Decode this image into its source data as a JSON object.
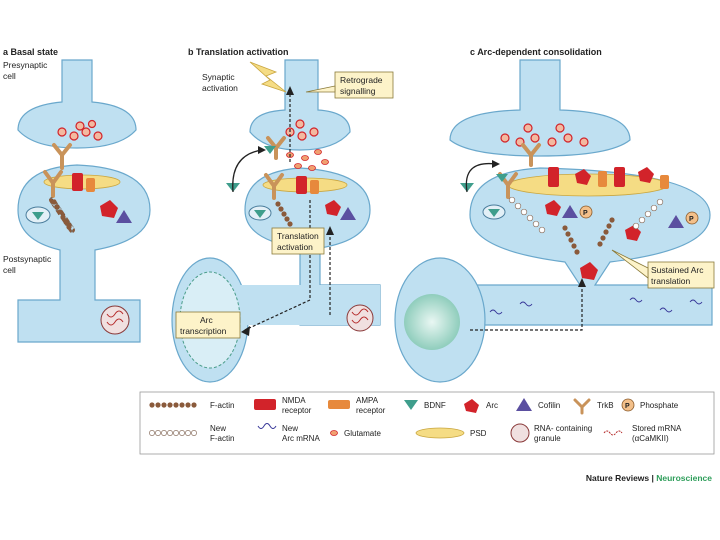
{
  "panels": {
    "a": {
      "letter": "a",
      "title": "Basal state",
      "presynaptic": [
        "Presynaptic",
        "cell"
      ],
      "postsynaptic": [
        "Postsynaptic",
        "cell"
      ]
    },
    "b": {
      "letter": "b",
      "title": "Translation activation",
      "synaptic_activation": [
        "Synaptic",
        "activation"
      ],
      "retrograde": [
        "Retrograde",
        "signalling"
      ],
      "translation": [
        "Translation",
        "activation"
      ],
      "arc_transcription": [
        "Arc",
        "transcription"
      ]
    },
    "c": {
      "letter": "c",
      "title": "Arc-dependent consolidation",
      "sustained": [
        "Sustained Arc",
        "translation"
      ]
    }
  },
  "legend": {
    "factin": "F-actin",
    "nmda": [
      "NMDA",
      "receptor"
    ],
    "ampa": [
      "AMPA",
      "receptor"
    ],
    "bdnf": "BDNF",
    "arc": "Arc",
    "cofilin": "Cofilin",
    "trkb": "TrkB",
    "phosphate": "Phosphate",
    "new_factin": [
      "New",
      "F-actin"
    ],
    "new_arc_mrna": [
      "New",
      "Arc mRNA"
    ],
    "glutamate": "Glutamate",
    "psd": "PSD",
    "granule": [
      "RNA- containing",
      "granule"
    ],
    "stored_mrna": [
      "Stored mRNA",
      "(αCaMKII)"
    ]
  },
  "phosphate_symbol": "P",
  "credit": {
    "journal": "Nature Reviews",
    "separator": " | ",
    "section": "Neuroscience"
  },
  "colors": {
    "cell": "#bfe0f1",
    "cell_stroke": "#6aa8cc",
    "psd": "#f5dc84",
    "arc": "#d2232a",
    "cofilin": "#5b4fa0",
    "bdnf": "#3f9e8c",
    "trkb": "#c9935a",
    "credit_section": "#2e9e5a"
  }
}
